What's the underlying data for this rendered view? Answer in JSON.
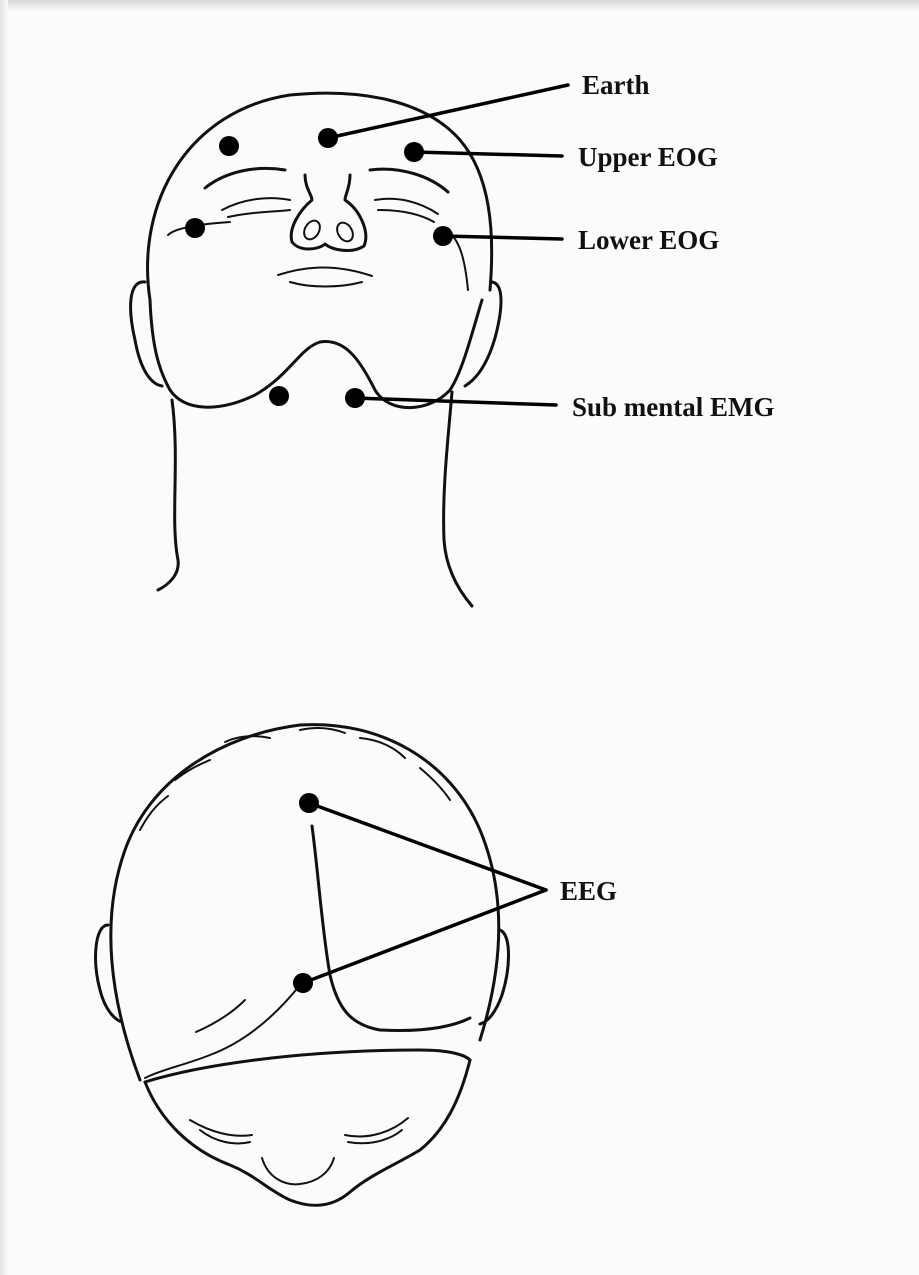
{
  "labels": {
    "earth": "Earth",
    "upper_eog": "Upper EOG",
    "lower_eog": "Lower EOG",
    "submental_emg": "Sub mental EMG",
    "eeg": "EEG"
  },
  "colors": {
    "ink": "#111111",
    "paper": "#fbfbfa"
  }
}
